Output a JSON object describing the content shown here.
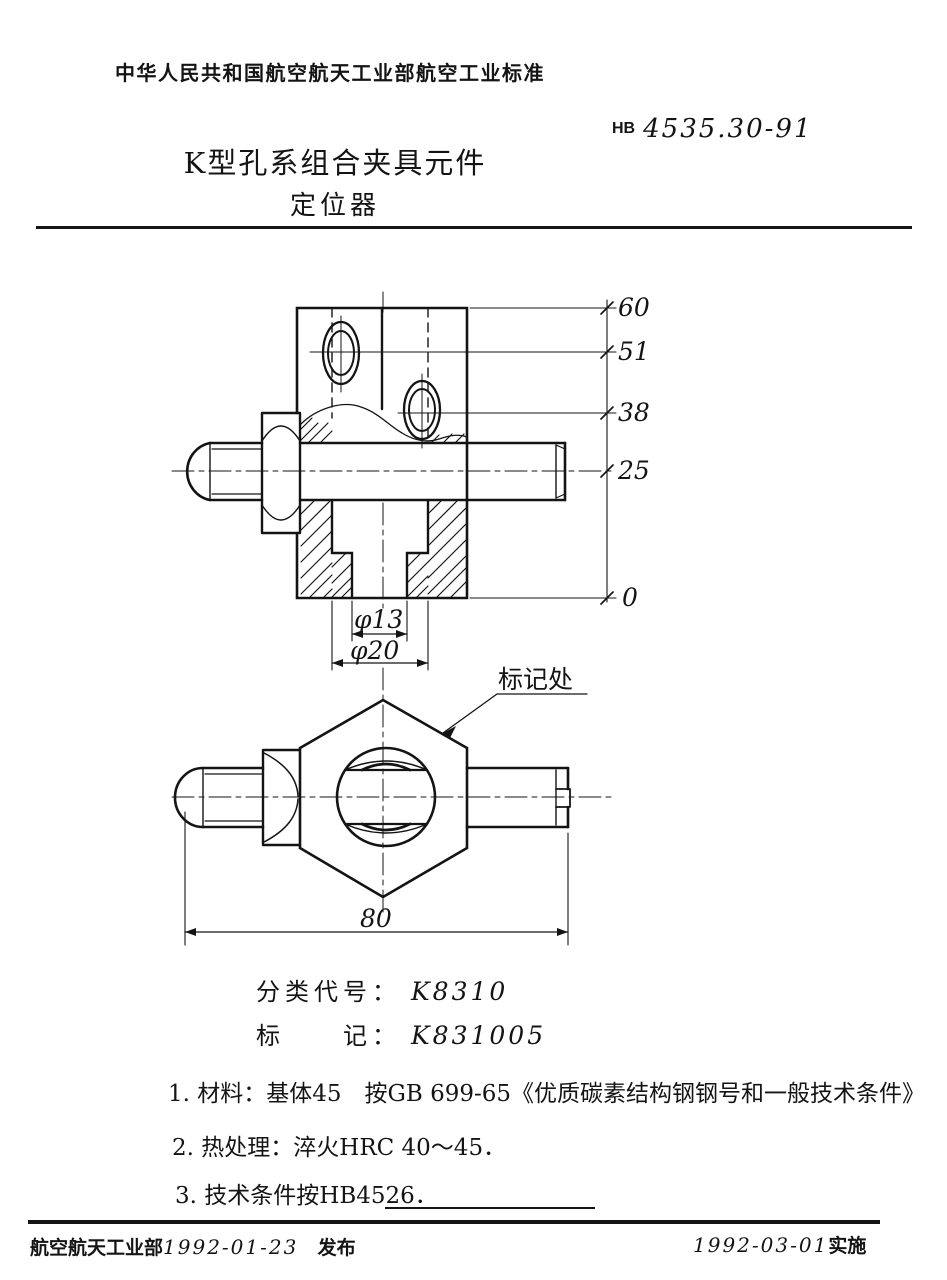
{
  "doc": {
    "header": "中华人民共和国航空航天工业部航空工业标准",
    "standard": {
      "prefix": "HB",
      "number": "4535.30-91"
    },
    "title_line1": "K型孔系组合夹具元件",
    "title_line2": "定位器"
  },
  "drawing": {
    "right_dims": [
      "60",
      "51",
      "38",
      "25",
      "0"
    ],
    "dia13": "φ13",
    "dia20": "φ20",
    "width80": "80",
    "marking_label": "标记处"
  },
  "fields": {
    "class_label": "分类代号：",
    "class_value": "K8310",
    "mark_label": "标　　记：",
    "mark_value": "K831005"
  },
  "notes": [
    "1. 材料：基体45　按GB 699-65《优质碳素结构钢钢号和一般技术条件》",
    "2. 热处理：淬火HRC 40～45．",
    "3. 技术条件按HB4526．"
  ],
  "footer": {
    "left_org": "航空航天工业部",
    "left_date": "1992-01-23",
    "left_suffix": "发布",
    "right_date": "1992-03-01",
    "right_suffix": "实施"
  },
  "colors": {
    "ink": "#141414",
    "paper": "#ffffff"
  }
}
